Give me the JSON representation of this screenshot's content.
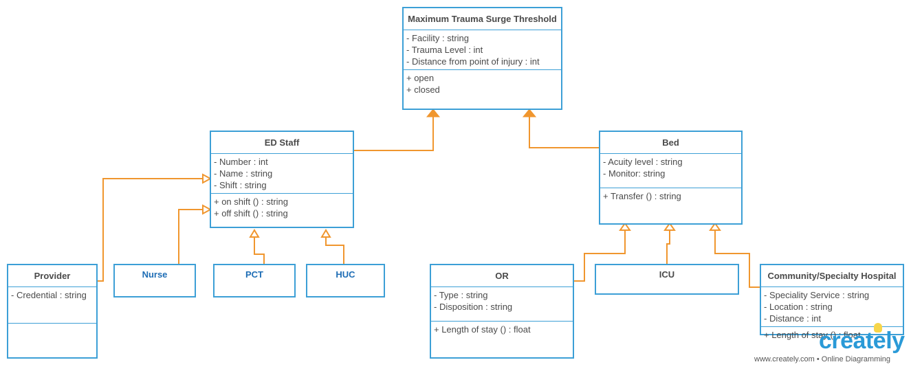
{
  "classes": {
    "threshold": {
      "name": "Maximum Trauma Surge Threshold",
      "attributes": [
        "- Facility : string",
        "- Trauma Level : int",
        "- Distance from point of injury : int"
      ],
      "methods": [
        "+ open",
        "+ closed"
      ]
    },
    "ed_staff": {
      "name": "ED Staff",
      "attributes": [
        "- Number : int",
        "- Name : string",
        "- Shift : string"
      ],
      "methods": [
        "+ on shift () : string",
        "+ off shift () : string"
      ]
    },
    "bed": {
      "name": "Bed",
      "attributes": [
        "- Acuity level : string",
        "- Monitor: string"
      ],
      "methods": [
        "+ Transfer () : string"
      ]
    },
    "provider": {
      "name": "Provider",
      "attributes": [
        "- Credential : string"
      ],
      "methods": []
    },
    "nurse": {
      "name": "Nurse"
    },
    "pct": {
      "name": "PCT"
    },
    "huc": {
      "name": "HUC"
    },
    "or": {
      "name": "OR",
      "attributes": [
        "- Type : string",
        "- Disposition : string"
      ],
      "methods": [
        "+ Length of stay () : float"
      ]
    },
    "icu": {
      "name": "ICU"
    },
    "community": {
      "name": "Community/Specialty Hospital",
      "attributes": [
        "- Speciality Service : string",
        "- Location : string",
        "- Distance : int"
      ],
      "methods": [
        "+ Length of stay () : float"
      ]
    }
  },
  "colors": {
    "box_border": "#3c9fd6",
    "connector": "#f0962e",
    "blue_label": "#1e6db5",
    "brand": "#2a9ad7"
  },
  "watermark": {
    "brand": "creately",
    "footer": "www.creately.com • Online Diagramming"
  }
}
